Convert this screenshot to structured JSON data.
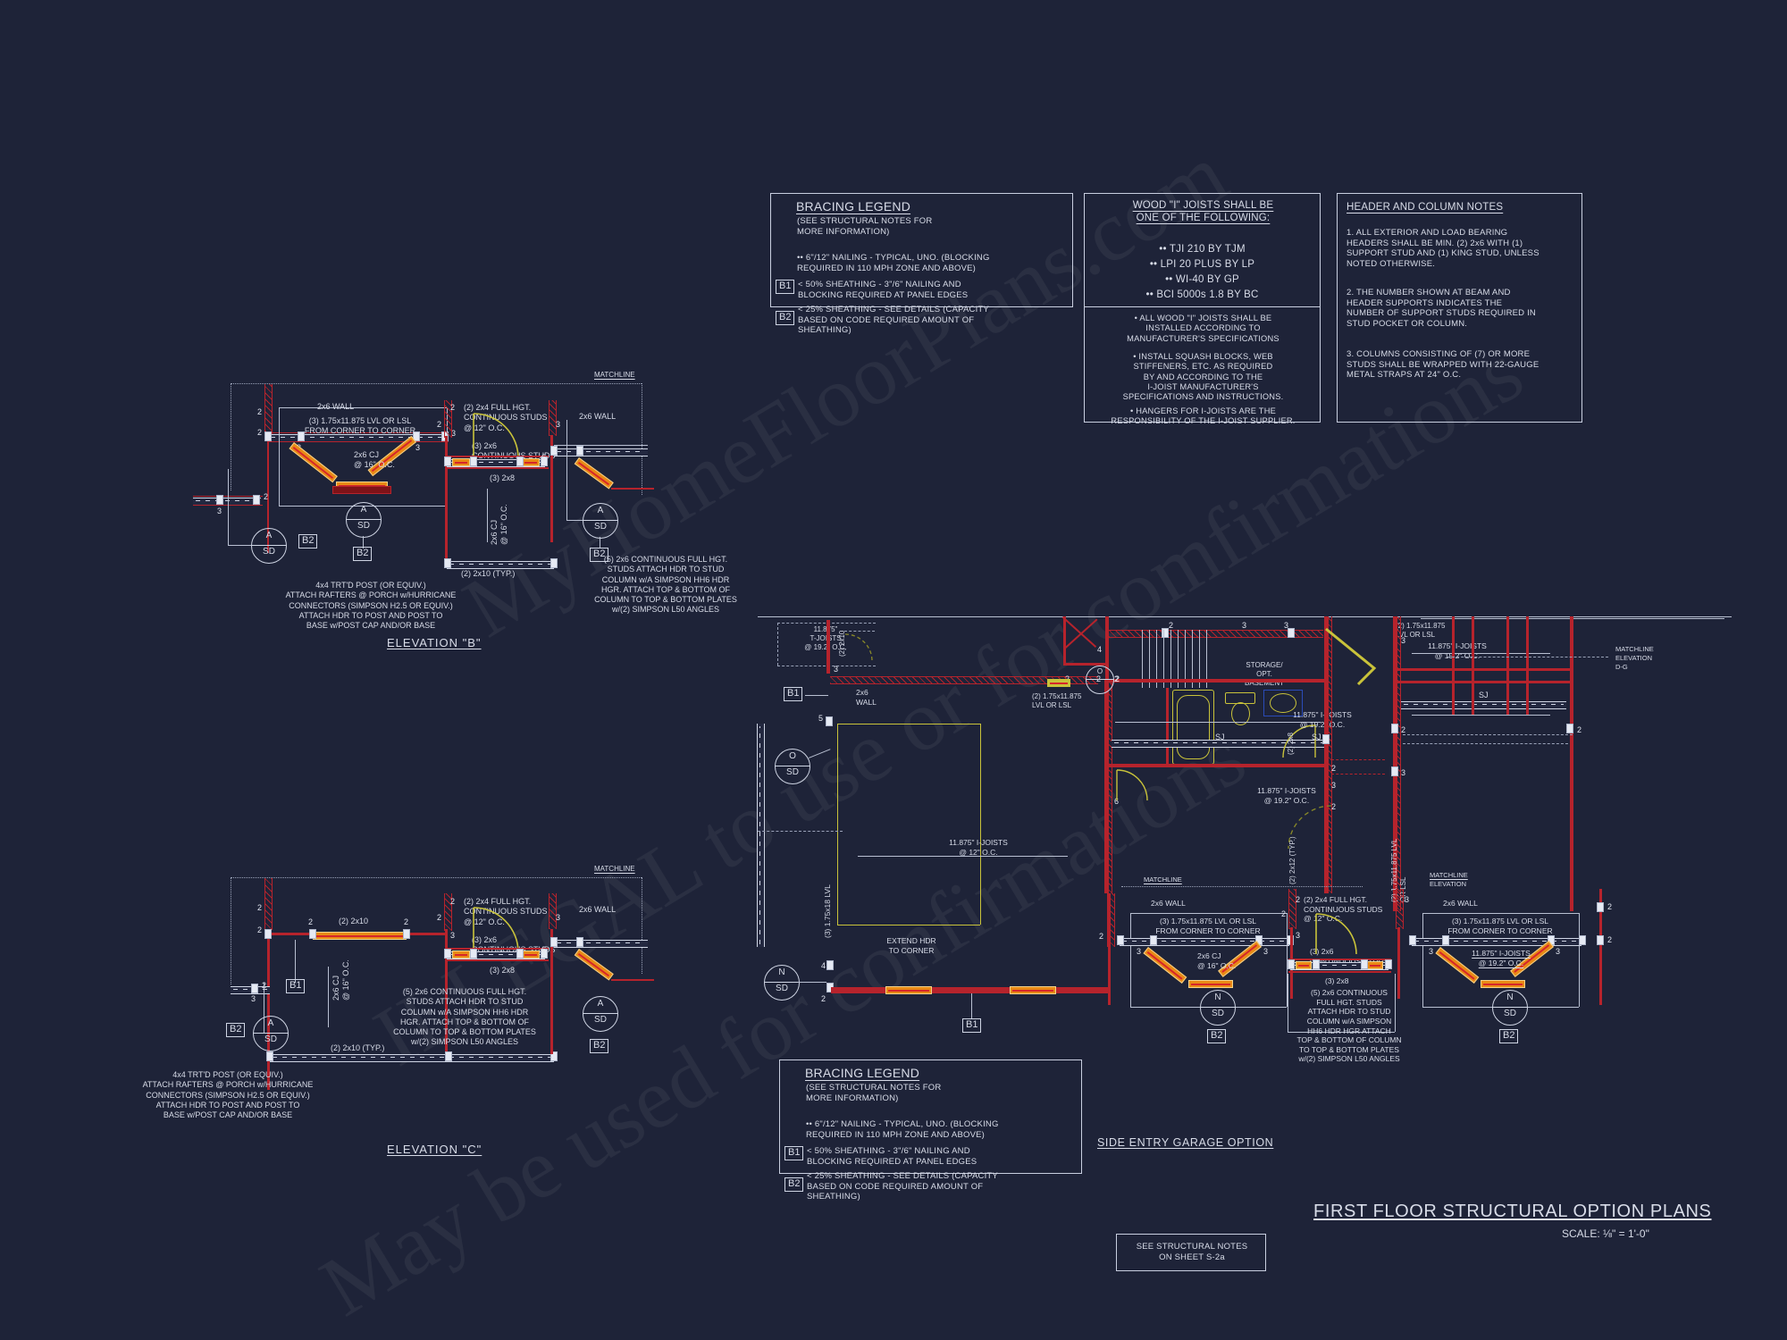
{
  "sheet": {
    "background": "#1e2338",
    "ink": "#d8dce8",
    "red": "#b6232c",
    "orange": "#e98a16",
    "yellow": "#c9c33a"
  },
  "watermark": {
    "line1": "MyHomeFloorPlans.com",
    "line2": "ILLEGAL to use or for comfirmations",
    "line3": "May be used for confirmations"
  },
  "bracing_legend": {
    "title": "BRACING LEGEND",
    "subtitle": "(SEE STRUCTURAL NOTES FOR\nMORE INFORMATION)",
    "bullet": "•• 6\"/12\" NAILING - TYPICAL, UNO. (BLOCKING\nREQUIRED IN 110 MPH ZONE AND ABOVE)",
    "b1_tag": "B1",
    "b1_text": "< 50% SHEATHING - 3\"/6\" NAILING AND\nBLOCKING REQUIRED AT PANEL EDGES",
    "b2_tag": "B2",
    "b2_text": "< 25% SHEATHING - SEE DETAILS (CAPACITY\nBASED ON CODE REQUIRED AMOUNT OF\nSHEATHING)"
  },
  "ijoist_notes": {
    "heading": "WOOD \"I\" JOISTS SHALL BE\nONE OF THE FOLLOWING:",
    "products": [
      "•• TJI 210 BY TJM",
      "•• LPI 20 PLUS BY LP",
      "•• WI-40 BY GP",
      "•• BCI 5000s 1.8 BY BC"
    ],
    "note1": "• ALL WOOD \"I\" JOISTS SHALL BE\nINSTALLED ACCORDING TO\nMANUFACTURER'S SPECIFICATIONS",
    "note2": "• INSTALL SQUASH BLOCKS, WEB\nSTIFFENERS, ETC. AS REQUIRED\nBY AND ACCORDING TO THE\nI-JOIST MANUFACTURER'S\nSPECIFICATIONS AND INSTRUCTIONS.",
    "note3": "• HANGERS FOR I-JOISTS ARE THE\nRESPONSIBILITY OF THE I-JOIST SUPPLIER."
  },
  "header_column_notes": {
    "title": "HEADER AND COLUMN NOTES",
    "items": [
      "1. ALL EXTERIOR AND LOAD BEARING\nHEADERS SHALL BE MIN. (2) 2x6 WITH (1)\nSUPPORT STUD AND (1) KING STUD, UNLESS\nNOTED OTHERWISE.",
      "2. THE NUMBER SHOWN AT BEAM AND\nHEADER SUPPORTS INDICATES THE\nNUMBER OF SUPPORT STUDS REQUIRED IN\nSTUD POCKET OR COLUMN.",
      "3. COLUMNS CONSISTING OF (7) OR MORE\nSTUDS SHALL BE WRAPPED WITH 22-GAUGE\nMETAL STRAPS AT 24\" O.C."
    ]
  },
  "elevation_b": {
    "title": "ELEVATION \"B\"",
    "matchline": "MATCHLINE",
    "labels": {
      "wall_2x6_left": "2x6 WALL",
      "lvl": "(3) 1.75x11.875 LVL OR LSL\nFROM CORNER TO CORNER",
      "cj": "2x6 CJ\n@ 16\" O.C.",
      "studs_2x4": "(2) 2x4 FULL HGT.\nCONTINUOUS STUDS\n@ 12\" O.C.",
      "studs_2x6": "(3) 2x6\nCONTINUOUS STUDS",
      "hdr_2x8": "(3) 2x8",
      "cj_vert": "2x6 CJ\n@ 16\" O.C.",
      "plate_2x10": "(2) 2x10 (TYP.)",
      "wall_2x6_right": "2x6 WALL",
      "post_note": "4x4 TRT'D POST (OR EQUIV.)\nATTACH RAFTERS @ PORCH w/HURRICANE\nCONNECTORS (SIMPSON H2.5 OR EQUIV.)\nATTACH HDR TO POST AND POST TO\nBASE w/POST CAP AND/OR BASE",
      "column_note": "(5) 2x6 CONTINUOUS FULL HGT.\nSTUDS ATTACH HDR TO STUD\nCOLUMN w/A SIMPSON HH6 HDR\nHGR. ATTACH TOP & BOTTOM OF\nCOLUMN TO TOP & BOTTOM PLATES\nw/(2) SIMPSON L50 ANGLES"
    },
    "bubbles": [
      {
        "top": "A",
        "bottom": "SD",
        "tag": "B2"
      },
      {
        "top": "A",
        "bottom": "SD",
        "tag": "B2"
      },
      {
        "top": "A",
        "bottom": "SD",
        "tag": "B2"
      }
    ],
    "stud_counts": [
      "2",
      "2",
      "2",
      "3",
      "3",
      "3",
      "3",
      "2",
      "2",
      "6",
      "3",
      "3"
    ]
  },
  "elevation_c": {
    "title": "ELEVATION \"C\"",
    "matchline": "MATCHLINE",
    "labels": {
      "beam_2x10": "(2) 2x10",
      "studs_2x4": "(2) 2x4 FULL HGT.\nCONTINUOUS STUDS\n@ 12\" O.C.",
      "studs_2x6": "(3) 2x6\nCONTINUOUS STUDS",
      "hdr_2x8": "(3) 2x8",
      "cj_vert": "2x6 CJ\n@ 16\" O.C.",
      "plate_2x10": "(2) 2x10 (TYP.)",
      "wall_2x6_right": "2x6 WALL",
      "column_note": "(5) 2x6 CONTINUOUS FULL HGT.\nSTUDS ATTACH HDR TO STUD\nCOLUMN w/A SIMPSON HH6 HDR\nHGR. ATTACH TOP & BOTTOM OF\nCOLUMN TO TOP & BOTTOM PLATES\nw/(2) SIMPSON L50 ANGLES",
      "post_note": "4x4 TRT'D POST (OR EQUIV.)\nATTACH RAFTERS @ PORCH w/HURRICANE\nCONNECTORS (SIMPSON H2.5 OR EQUIV.)\nATTACH HDR TO POST AND POST TO\nBASE w/POST CAP AND/OR BASE"
    },
    "tags": [
      "B1",
      "B2"
    ],
    "bubbles": [
      {
        "top": "A",
        "bottom": "SD"
      },
      {
        "top": "A",
        "bottom": "SD"
      }
    ]
  },
  "plan": {
    "title": "SIDE ENTRY GARAGE OPTION",
    "sheet_title": "FIRST FLOOR STRUCTURAL OPTION PLANS",
    "scale": "SCALE: ⅛\" = 1'-0\"",
    "notes_box": "SEE STRUCTURAL NOTES\nON SHEET S-2a",
    "labels": {
      "tjoist_tl": "11.875\"\nT-JOISTS\n@ 19.2\" O.C.",
      "hdr_2x10_v": "(2) 2x10",
      "wall_2x6": "2x6\nWALL",
      "lvl_top1": "(2) 1.75x11.875\nLVL OR LSL",
      "lvl_top2": "(2) 1.75x11.875\nLVL OR LSL",
      "lvl_left_v": "(3) 1.75x18 LVL",
      "ijoist_left": "11.875\" I-JOISTS\n@ 12\" O.C.",
      "ijoist_mid": "11.875\" I-JOISTS\n@ 19.2\" O.C.",
      "ijoist_mid2": "11.875\" I-JOISTS\n@ 19.2\" O.C.",
      "ijoist_right": "11.875\" I-JOISTS\n@ 19.2\" O.C.",
      "ijoist_right2": "11.875\" I-JOISTS\n@ 19.2\" O.C.",
      "hdr_2x8_v": "(2) 2x8",
      "hdr_2x12_v": "(2) 2x12 (TYP.)",
      "storage": "STORAGE/\nOPT.\nBASEMENT",
      "sj1": "SJ",
      "sj2": "SJ",
      "sj3": "SJ",
      "extend_hdr": "EXTEND HDR\nTO CORNER",
      "matchline_right": "MATCHLINE\nELEVATION\nD-G",
      "matchline_mid": "MATCHLINE\nELEVATION",
      "matchline_small": "MATCHLINE",
      "lvl_right_v": "(2) 1.75x11.875 LVL\nOR LSL"
    },
    "bubbles": [
      {
        "top": "O",
        "bottom": "SD"
      },
      {
        "top": "N",
        "bottom": "SD"
      },
      {
        "top": "N",
        "bottom": "SD"
      },
      {
        "top": "N",
        "bottom": "SD"
      },
      {
        "top": "N",
        "bottom": "SD"
      }
    ],
    "tags": [
      "B1",
      "B1",
      "B2",
      "B2",
      "B2"
    ]
  },
  "plan_details": {
    "det1": {
      "wall": "2x6 WALL",
      "lvl": "(3) 1.75x11.875 LVL OR LSL\nFROM CORNER TO CORNER",
      "cj": "2x6 CJ\n@ 16\" O.C."
    },
    "det2": {
      "studs_2x4": "(2) 2x4 FULL HGT.\nCONTINUOUS STUDS\n@ 12\" O.C.",
      "studs_2x6": "(3) 2x6\nCONTINUOUS STUDS",
      "hdr_2x8": "(3) 2x8",
      "column_note": "(5) 2x6 CONTINUOUS\nFULL HGT. STUDS\nATTACH HDR TO STUD\nCOLUMN w/A SIMPSON\nHH6 HDR HGR ATTACH\nTOP & BOTTOM OF COLUMN\nTO TOP & BOTTOM PLATES\nw/(2) SIMPSON L50 ANGLES"
    },
    "det3": {
      "wall": "2x6 WALL",
      "lvl": "(3) 1.75x11.875 LVL OR LSL\nFROM CORNER TO CORNER",
      "ijoist": "11.875\" I-JOISTS\n@ 19.2\" O.C."
    }
  }
}
